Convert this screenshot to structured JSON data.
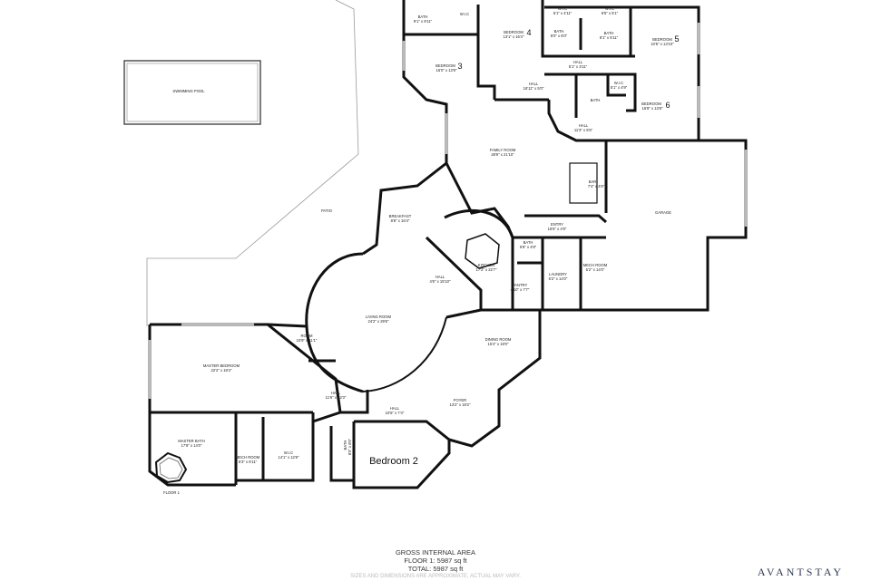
{
  "rooms": {
    "swimming_pool": "SWIMMING POOL",
    "patio": "PATIO",
    "bath_top": "BATH",
    "bath_top_dim": "9'1\" x 9'11\"",
    "wic_top": "W.I.C",
    "bedroom3": "BEDROOM",
    "bedroom3_num": "3",
    "bedroom3_dim": "16'0\" x 13'9\"",
    "bedroom4": "BEDROOM",
    "bedroom4_num": "4",
    "bedroom4_dim": "13'1\" x 16'4\"",
    "wic_a": "W.I.C",
    "wic_a_dim": "6'1\" x 4'11\"",
    "wic_b": "W.I.C",
    "wic_b_dim": "6'5\" x 5'1\"",
    "bath_a": "BATH",
    "bath_a_dim": "8'0\" x 6'0\"",
    "bath_b": "BATH",
    "bath_b_dim": "8'1\" x 5'11\"",
    "bedroom5": "BEDROOM",
    "bedroom5_num": "5",
    "bedroom5_dim": "10'5\" x 13'10\"",
    "hall_a": "HALL",
    "hall_a_dim": "5'1\" x 3'11\"",
    "hall_b": "HALL",
    "hall_b_dim": "16'11\" x 5'0\"",
    "bath_c": "BATH",
    "wic_c": "W.I.C",
    "wic_c_dim": "5'1\" x 4'9\"",
    "bedroom6": "BEDROOM",
    "bedroom6_num": "6",
    "bedroom6_dim": "16'8\" x 13'8\"",
    "hall_c": "HALL",
    "hall_c_dim": "11'3\" x 5'5\"",
    "family": "FAMILY ROOM",
    "family_dim": "28'9\" x 21'10\"",
    "bar": "BAR",
    "bar_dim": "7'4\" x 4'6\"",
    "garage": "GARAGE",
    "breakfast": "BREAKFAST",
    "breakfast_dim": "8'8\" x 16'4\"",
    "entry": "ENTRY",
    "entry_dim": "16'6\" x 4'9\"",
    "bath_d": "BATH",
    "bath_d_dim": "5'8\" x 4'8\"",
    "kitchen": "KITCHEN",
    "kitchen_dim": "17'2\" x 22'7\"",
    "hall_d": "HALL",
    "hall_d_dim": "4'6\" x 15'10\"",
    "pantry": "PANTRY",
    "pantry_dim": "4'10\" x 7'7\"",
    "laundry": "LAUNDRY",
    "laundry_dim": "6'2\" x 14'0\"",
    "mech_a": "MECH ROOM",
    "mech_a_dim": "5'2\" x 14'0\"",
    "living": "LIVING ROOM",
    "living_dim": "24'2\" x 29'6\"",
    "room": "ROOM",
    "room_dim": "10'9\" x 11'1\"",
    "dining": "DINING ROOM",
    "dining_dim": "15'4\" x 19'0\"",
    "master_bed": "MASTER BEDROOM",
    "master_bed_dim": "22'2\" x 18'4\"",
    "hall_e": "HALL",
    "hall_e_dim": "11'6\" x 13'3\"",
    "hall_f": "HALL",
    "hall_f_dim": "10'5\" x 7'4\"",
    "foyer": "FOYER",
    "foyer_dim": "13'2\" x 19'2\"",
    "master_bath": "MASTER BATH",
    "master_bath_dim": "17'8\" x 14'0\"",
    "mech_b": "MECH ROOM",
    "mech_b_dim": "5'3\" x 6'11\"",
    "wic_m": "W.I.C",
    "wic_m_dim": "14'1\" x 12'8\"",
    "bath_e": "BATH",
    "bath_e_dim": "8'0\" x 8'6\"",
    "bedroom2": "Bedroom 2",
    "floor_label": "FLOOR 1"
  },
  "footer": {
    "heading": "GROSS INTERNAL AREA",
    "floor_total": "FLOOR 1: 5987 sq ft",
    "total": "TOTAL: 5987 sq ft",
    "disclaimer": "SIZES AND DIMENSIONS ARE APPROXIMATE, ACTUAL MAY VARY."
  },
  "brand": "AVANTSTAY",
  "colors": {
    "wall": "#111111",
    "thin_line": "#9a9a9a",
    "brand": "#2b3a55"
  }
}
